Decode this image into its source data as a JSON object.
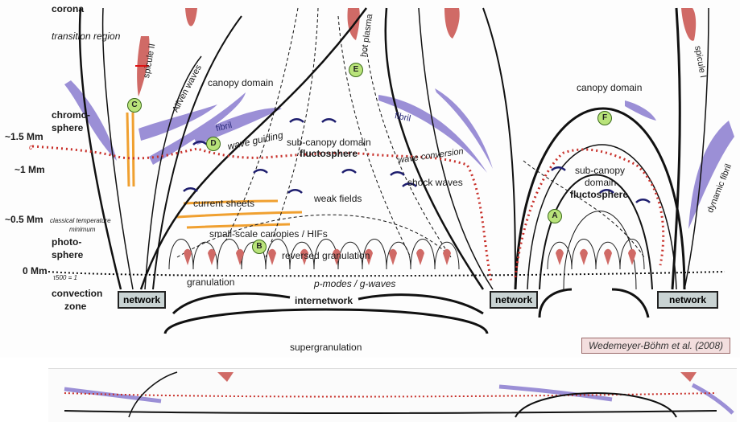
{
  "layers": {
    "corona": "corona",
    "transition_region": "transition region",
    "chromosphere_a": "chromo-",
    "chromosphere_b": "sphere",
    "height_1_5": "~1.5 Mm",
    "cs_ca": "c",
    "height_1": "~1 Mm",
    "height_0_5": "~0.5 Mm",
    "classical_a": "classical temperature",
    "classical_b": "minimum",
    "photosphere_a": "photo-",
    "photosphere_b": "sphere",
    "height_0": "0 Mm",
    "tau": "τ",
    "tau_rest": "500 = 1",
    "convection_a": "convection",
    "convection_b": "zone"
  },
  "labels": {
    "spicule_ii": "spicule II",
    "alfven": "Alfvén waves",
    "canopy_left": "canopy domain",
    "fibril_left": "fibril",
    "wave_guiding": "wave guiding",
    "hot_plasma": "hot plasma",
    "sub_canopy_mid": "sub-canopy domain",
    "fluctosphere_mid": "fluctosphere",
    "fibril_mid": "fibril",
    "wave_conversion": "wave conversion",
    "shock_waves": "shock waves",
    "weak_fields": "weak fields",
    "current_sheets": "current sheets",
    "small_scale": "small-scale canopies / HIFs",
    "reversed_granulation": "reversed granulation",
    "granulation": "granulation",
    "p_modes": "p-modes / g-waves",
    "internetwork": "internetwork",
    "supergranulation": "supergranulation",
    "canopy_right": "canopy domain",
    "sub_canopy_right_a": "sub-canopy",
    "sub_canopy_right_b": "domain",
    "fluctosphere_right": "fluctosphere",
    "dynamic_fibril": "dynamic fibril",
    "spicule_i": "spicule I"
  },
  "network": {
    "left": "network",
    "mid": "network",
    "right": "network"
  },
  "badges": {
    "a": "A",
    "b": "B",
    "c": "C",
    "d": "D",
    "e": "E",
    "f": "F"
  },
  "credit": "Wedemeyer-Böhm et al. (2008)",
  "colors": {
    "spicule": "#d06a66",
    "fibril": "#9b8fd6",
    "dotted": "#c8302a",
    "sheet": "#f0a030",
    "badge": "#b9e37a",
    "box": "#c9d3d3"
  }
}
